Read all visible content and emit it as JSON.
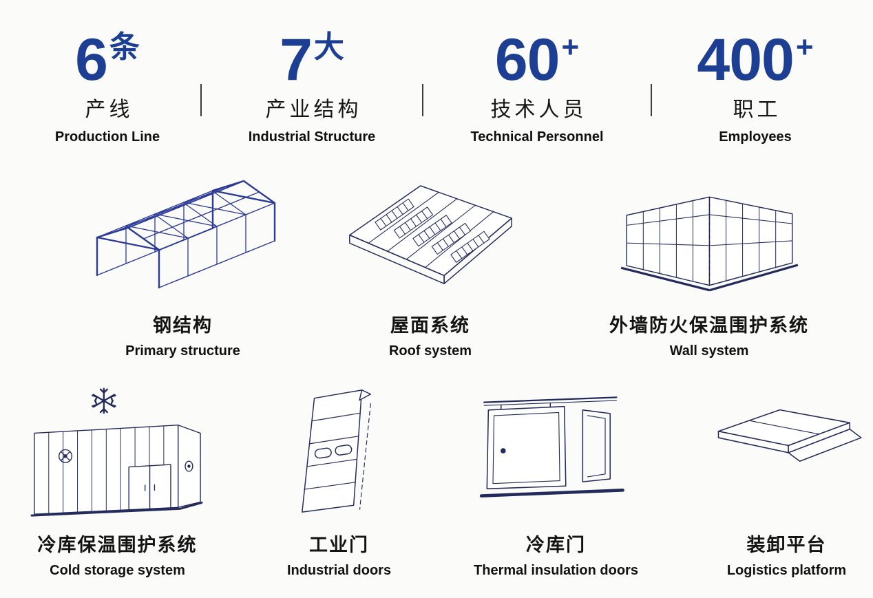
{
  "theme": {
    "background": "#fbfbfa",
    "accent_blue": "#1c3e93",
    "illustration_navy": "#232b5c",
    "steel_frame_blue": "#2b3a96",
    "text_dark": "#141414"
  },
  "stats": [
    {
      "number": "6",
      "unit": "条",
      "label_zh": "产线",
      "label_en": "Production Line"
    },
    {
      "number": "7",
      "unit": "大",
      "label_zh": "产业结构",
      "label_en": "Industrial Structure"
    },
    {
      "number": "60",
      "unit": "+",
      "label_zh": "技术人员",
      "label_en": "Technical Personnel"
    },
    {
      "number": "400",
      "unit": "+",
      "label_zh": "职工",
      "label_en": "Employees"
    }
  ],
  "products_row1": [
    {
      "icon": "steel-structure-icon",
      "label_zh": "钢结构",
      "label_en": "Primary structure"
    },
    {
      "icon": "roof-system-icon",
      "label_zh": "屋面系统",
      "label_en": "Roof system"
    },
    {
      "icon": "wall-system-icon",
      "label_zh": "外墙防火保温围护系统",
      "label_en": "Wall system"
    }
  ],
  "products_row2": [
    {
      "icon": "cold-storage-icon",
      "label_zh": "冷库保温围护系统",
      "label_en": "Cold storage system"
    },
    {
      "icon": "industrial-door-icon",
      "label_zh": "工业门",
      "label_en": "Industrial doors"
    },
    {
      "icon": "cold-storage-door-icon",
      "label_zh": "冷库门",
      "label_en": "Thermal insulation doors"
    },
    {
      "icon": "loading-platform-icon",
      "label_zh": "装卸平台",
      "label_en": "Logistics platform"
    }
  ]
}
